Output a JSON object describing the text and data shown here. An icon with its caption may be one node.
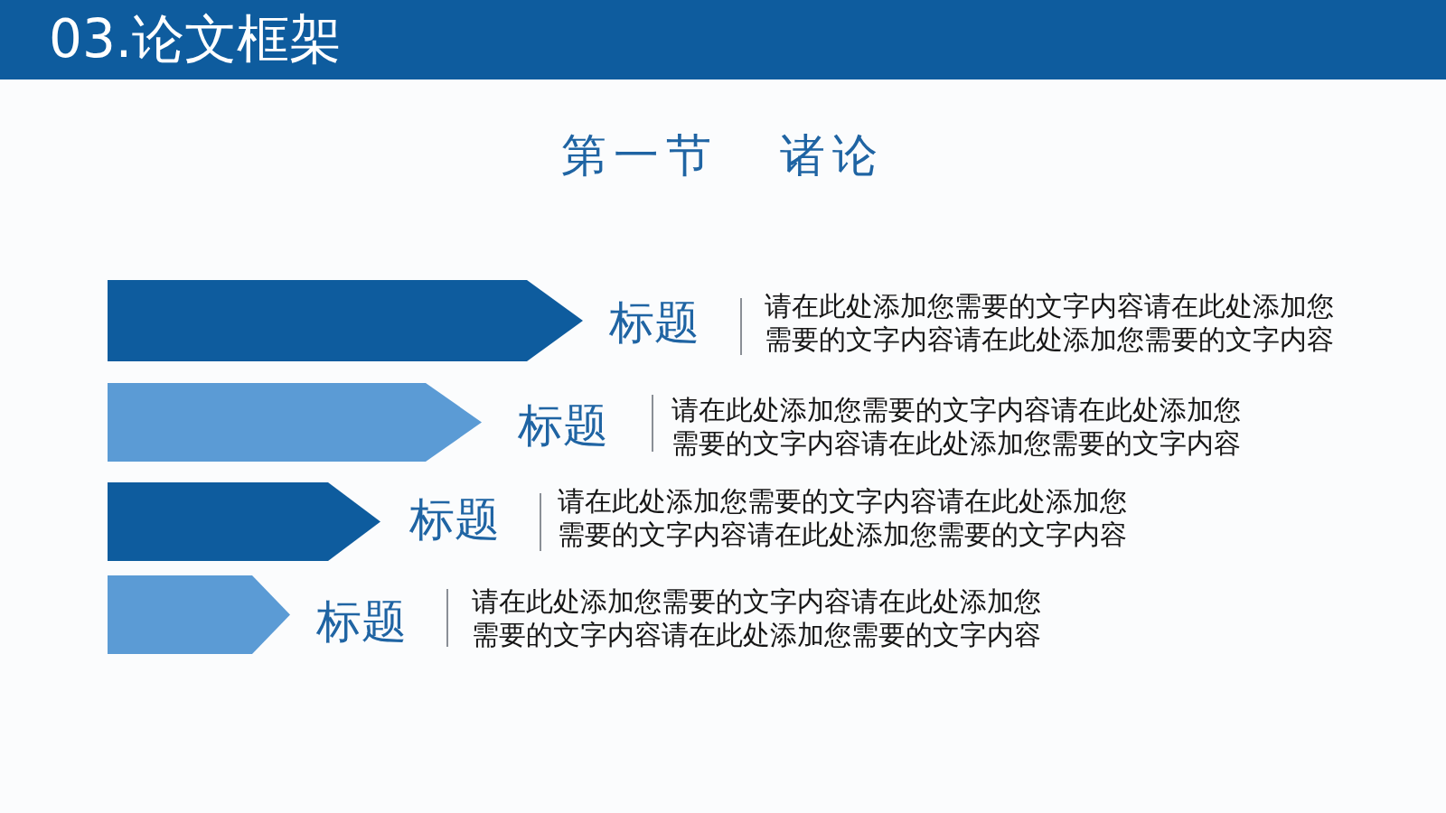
{
  "diagram": {
    "title": "03.论文框架",
    "labels": [
      "第一节 诸论"
    ],
    "nodes": [
      {
        "text": [],
        "shape": "arrow",
        "beside": [
          "标题",
          "请在此处添加您需要的文字内容请在此处添加您需要的文字内容请在此处添加您需要的文字内容"
        ]
      },
      {
        "text": [],
        "shape": "arrow",
        "beside": [
          "标题",
          "请在此处添加您需要的文字内容请在此处添加您需要的文字内容请在此处添加您需要的文字内容"
        ]
      },
      {
        "text": [],
        "shape": "arrow",
        "beside": [
          "标题",
          "请在此处添加您需要的文字内容请在此处添加您需要的文字内容请在此处添加您需要的文字内容"
        ]
      },
      {
        "text": [],
        "shape": "arrow",
        "beside": [
          "标题",
          "请在此处添加您需要的文字内容请在此处添加您需要的文字内容请在此处添加您需要的文字内容"
        ]
      }
    ]
  }
}
